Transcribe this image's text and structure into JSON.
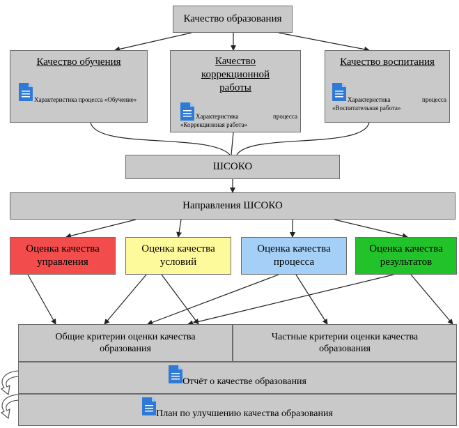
{
  "top": {
    "title": "Качество образования"
  },
  "columns": [
    {
      "title": "Качество обучения",
      "doc_label": "Характеристика процесса «Обучение»"
    },
    {
      "title": "Качество коррекционной работы",
      "doc_label": "Характеристика процесса «Коррекционная работа»"
    },
    {
      "title": "Качество воспитания",
      "doc_label": "Характеристика процесса «Воспитательная работа»"
    }
  ],
  "shsoko": {
    "title": "ШСОКО"
  },
  "directions": {
    "title": "Направления ШСОКО"
  },
  "assessments": [
    {
      "label": "Оценка качества управления",
      "color": "#f24c4c"
    },
    {
      "label": "Оценка качества условий",
      "color": "#fdfa9b"
    },
    {
      "label": "Оценка качества процесса",
      "color": "#a4cff7"
    },
    {
      "label": "Оценка качества результатов",
      "color": "#22c22a"
    }
  ],
  "criteria": {
    "general": "Общие критерии оценки качества образования",
    "specific": "Частные критерии оценки качества образования"
  },
  "report": {
    "label": "Отчёт о качестве образования"
  },
  "plan": {
    "label": "План по улучшению качества образования"
  },
  "icons": {
    "document": "document-icon",
    "cycle": "cycle-arrow-icon"
  },
  "colors": {
    "box_fill": "#c9c9c9",
    "doc_icon": "#2f7ad6"
  }
}
